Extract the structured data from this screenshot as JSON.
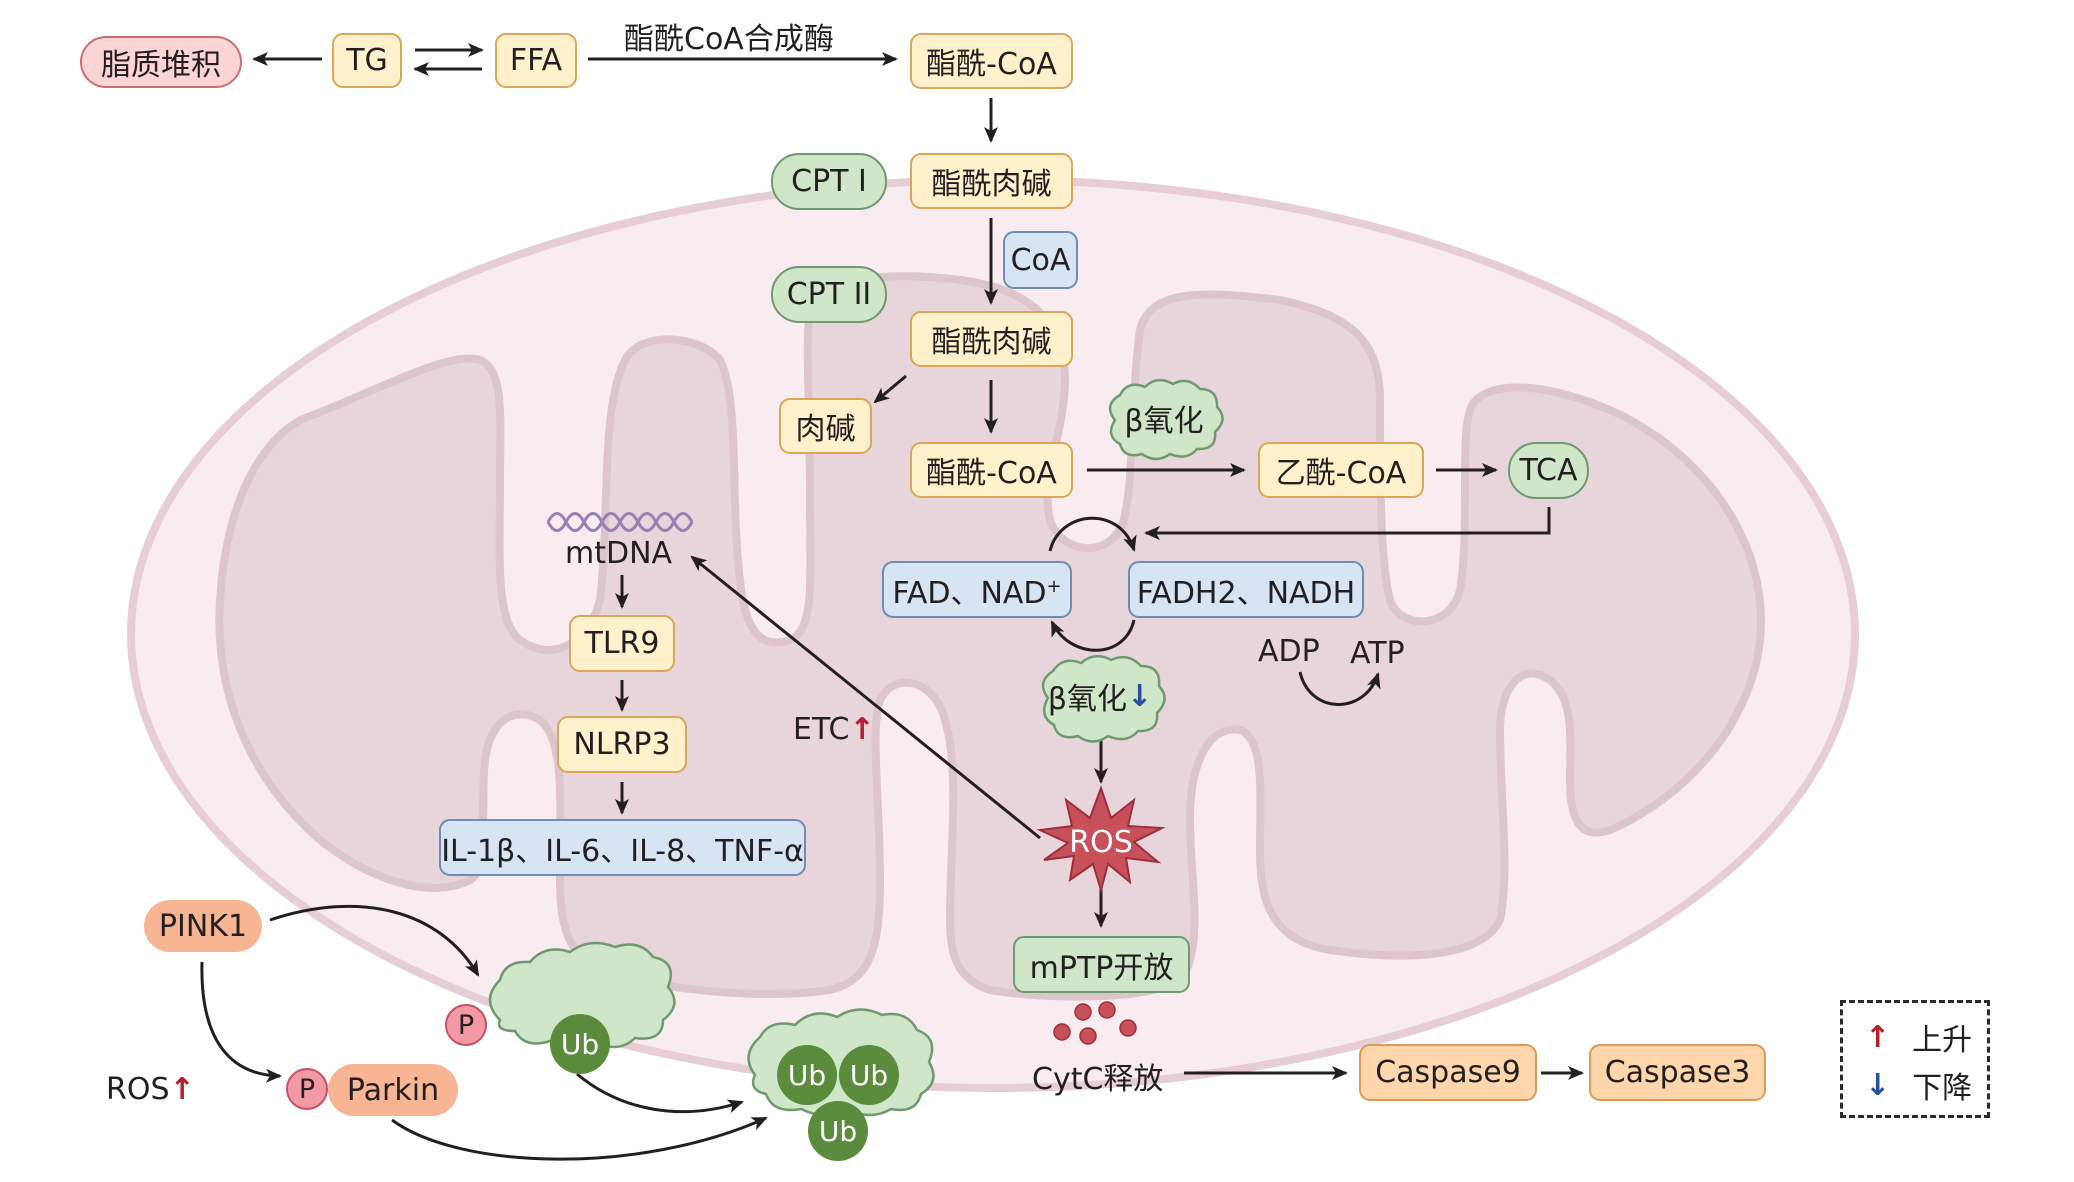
{
  "colors": {
    "outer_membrane": "#e6cdd6",
    "intermembrane_space": "#f8ecf0",
    "inner_membrane": "#dcc6cc",
    "matrix": "#e8d5dc",
    "up_arrow": "#b51f2e",
    "down_arrow": "#24509e",
    "ros_star": "#c8505b",
    "ub": "#5b8c3e",
    "cloud": "#cfe6c8",
    "dna_helix": "#9a7fb3"
  },
  "top_row": {
    "lipid_accumulation": "脂质堆积",
    "tg": "TG",
    "ffa": "FFA",
    "enzyme_label": "酯酰CoA合成酶",
    "acyl_coa_top": "酯酰-CoA"
  },
  "transport": {
    "cpt1": "CPT I",
    "acylcarnitine_1": "酯酰肉碱",
    "coa": "CoA",
    "cpt2": "CPT II",
    "acylcarnitine_2": "酯酰肉碱",
    "carnitine": "肉碱",
    "acyl_coa_inner": "酯酰-CoA"
  },
  "matrix_pathway": {
    "beta_oxidation": "β氧化",
    "acetyl_coa": "乙酰-CoA",
    "tca": "TCA",
    "fad_nad": "FAD、NAD",
    "fad_nad_sup": "+",
    "fadh2_nadh": "FADH2、NADH",
    "adp": "ADP",
    "atp": "ATP",
    "beta_oxidation_down": "β氧化",
    "ros": "ROS",
    "mptp": "mPTP开放",
    "etc": "ETC"
  },
  "inflammation": {
    "mtdna": "mtDNA",
    "tlr9": "TLR9",
    "nlrp3": "NLRP3",
    "cytokines": "IL-1β、IL-6、IL-8、TNF-α"
  },
  "mitophagy": {
    "pink1": "PINK1",
    "parkin": "Parkin",
    "p": "P",
    "ros_up": "ROS",
    "ub": "Ub"
  },
  "apoptosis": {
    "cytc": "CytC释放",
    "caspase9": "Caspase9",
    "caspase3": "Caspase3"
  },
  "legend": {
    "up_label": "上升",
    "down_label": "下降",
    "up_glyph": "↑",
    "down_glyph": "↓"
  }
}
